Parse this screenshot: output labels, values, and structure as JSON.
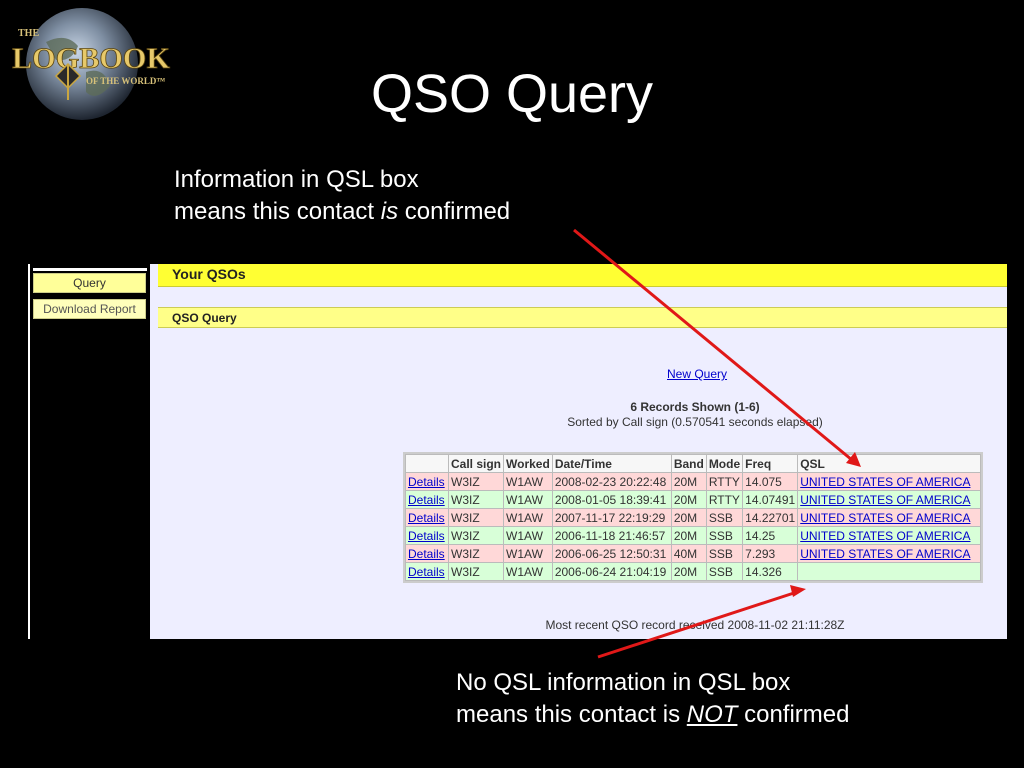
{
  "slide": {
    "title": "QSO Query",
    "note_top": {
      "line1": "Information in QSL box",
      "line2_pre": "means this contact ",
      "line2_em": "is",
      "line2_post": " confirmed"
    },
    "note_bottom": {
      "line1": "No QSL information in QSL box",
      "line2_pre": "means this contact is ",
      "line2_em": "NOT",
      "line2_post": " confirmed"
    },
    "arrow_color": "#e01818"
  },
  "logo": {
    "the": "THE",
    "name": "LOGBOOK",
    "tagline": "OF THE WORLD™"
  },
  "sidebar": {
    "query_label": "Query",
    "download_label": "Download Report"
  },
  "header": {
    "section_title": "Your QSOs",
    "panel_title": "QSO Query"
  },
  "content": {
    "new_query_link": "New Query",
    "records_shown": "6 Records Shown (1-6)",
    "sorted_by": "Sorted by Call sign (0.570541 seconds elapsed)",
    "most_recent": "Most recent QSO record received 2008-11-02 21:11:28Z"
  },
  "table": {
    "headers": [
      "",
      "Call sign",
      "Worked",
      "Date/Time",
      "Band",
      "Mode",
      "Freq",
      "QSL"
    ],
    "rows": [
      {
        "details": "Details",
        "call": "W3IZ",
        "worked": "W1AW",
        "datetime": "2008-02-23 20:22:48",
        "band": "20M",
        "mode": "RTTY",
        "freq": "14.075",
        "qsl": "UNITED STATES OF AMERICA",
        "status": "confirmed"
      },
      {
        "details": "Details",
        "call": "W3IZ",
        "worked": "W1AW",
        "datetime": "2008-01-05 18:39:41",
        "band": "20M",
        "mode": "RTTY",
        "freq": "14.07491",
        "qsl": "UNITED STATES OF AMERICA",
        "status": "confirmed"
      },
      {
        "details": "Details",
        "call": "W3IZ",
        "worked": "W1AW",
        "datetime": "2007-11-17 22:19:29",
        "band": "20M",
        "mode": "SSB",
        "freq": "14.22701",
        "qsl": "UNITED STATES OF AMERICA",
        "status": "confirmed"
      },
      {
        "details": "Details",
        "call": "W3IZ",
        "worked": "W1AW",
        "datetime": "2006-11-18 21:46:57",
        "band": "20M",
        "mode": "SSB",
        "freq": "14.25",
        "qsl": "UNITED STATES OF AMERICA",
        "status": "confirmed"
      },
      {
        "details": "Details",
        "call": "W3IZ",
        "worked": "W1AW",
        "datetime": "2006-06-25 12:50:31",
        "band": "40M",
        "mode": "SSB",
        "freq": "7.293",
        "qsl": "UNITED STATES OF AMERICA",
        "status": "confirmed"
      },
      {
        "details": "Details",
        "call": "W3IZ",
        "worked": "W1AW",
        "datetime": "2006-06-24 21:04:19",
        "band": "20M",
        "mode": "SSB",
        "freq": "14.326",
        "qsl": "",
        "status": "unconfirmed"
      }
    ]
  }
}
